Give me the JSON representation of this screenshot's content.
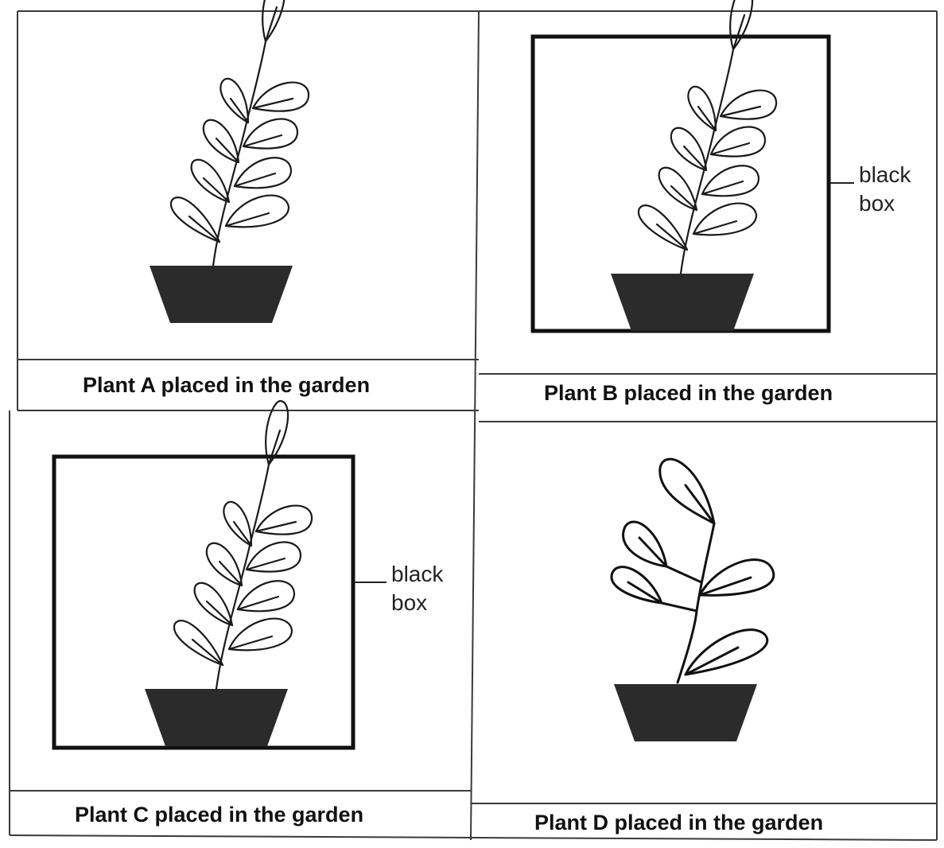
{
  "panels": [
    {
      "id": "a",
      "caption": "Plant A placed in the garden",
      "in_black_box": false,
      "leaf_count": 9
    },
    {
      "id": "b",
      "caption": "Plant B placed in the garden",
      "in_black_box": true,
      "leaf_count": 9
    },
    {
      "id": "c",
      "caption": "Plant C placed in the garden",
      "in_black_box": true,
      "leaf_count": 9
    },
    {
      "id": "d",
      "caption": "Plant D placed in the garden",
      "in_black_box": false,
      "leaf_count": 5
    }
  ],
  "black_box_label": {
    "line1": "black",
    "line2": "box"
  },
  "colors": {
    "ink": "#1a1a1a",
    "pot": "#2b2b2b",
    "grid": "#3a3a3a"
  }
}
